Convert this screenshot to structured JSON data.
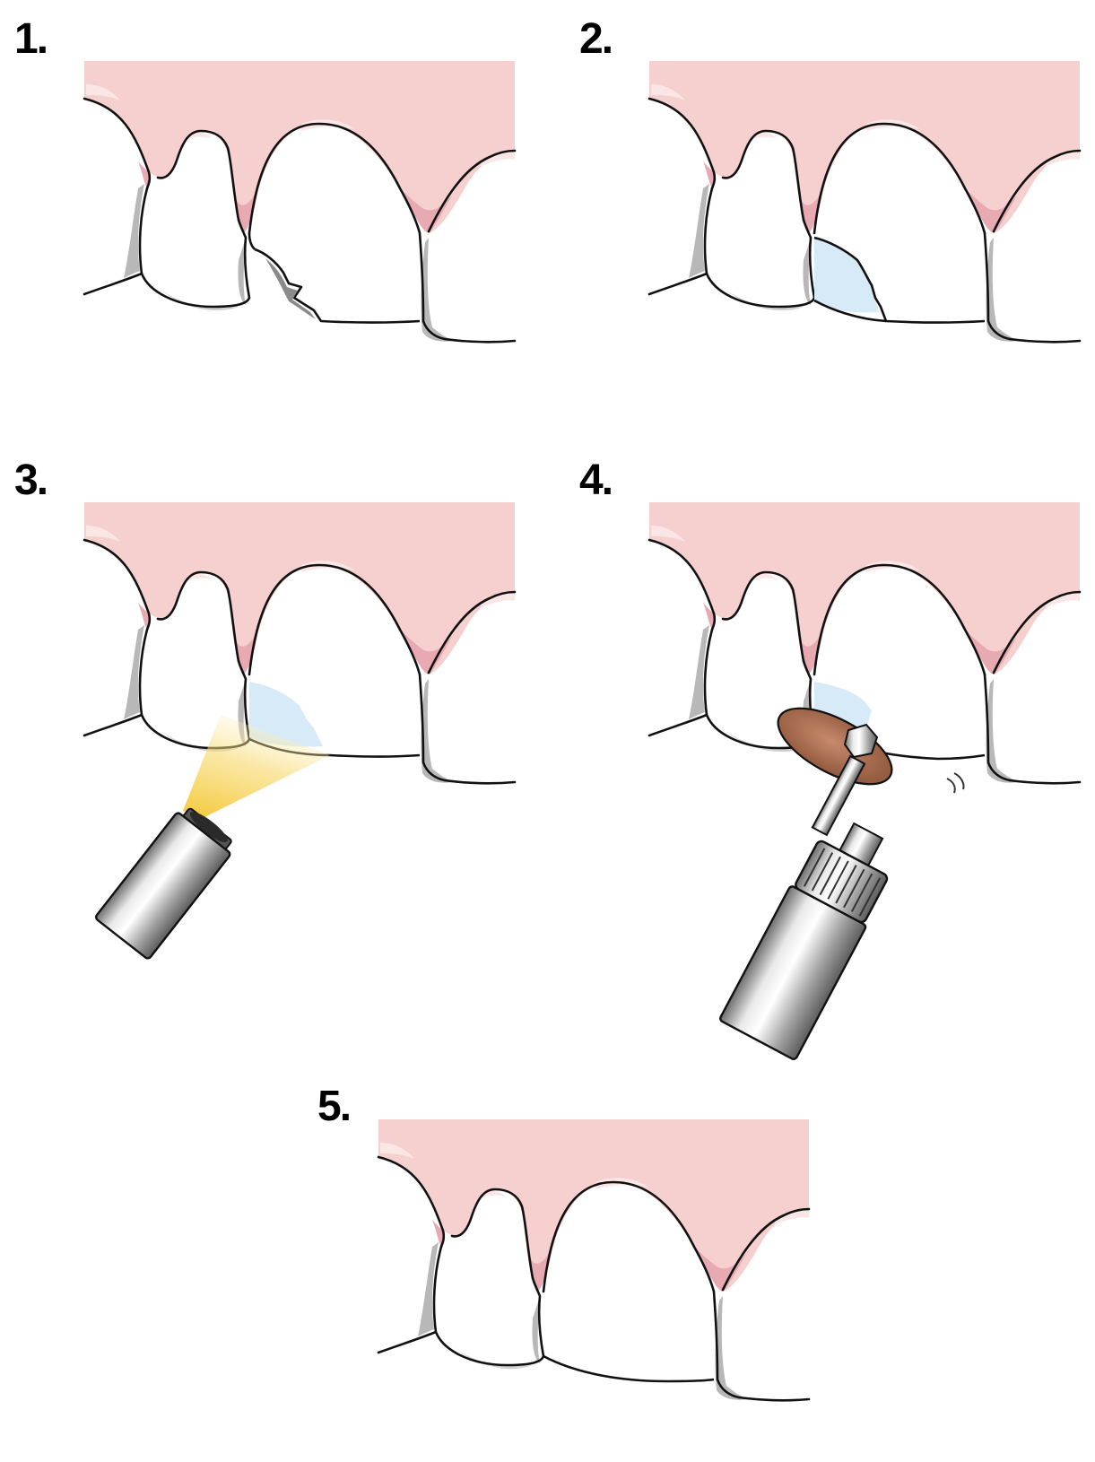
{
  "steps": [
    {
      "label": "1."
    },
    {
      "label": "2."
    },
    {
      "label": "3."
    },
    {
      "label": "4."
    },
    {
      "label": "5."
    }
  ],
  "colors": {
    "gum": "#f6cfcf",
    "gum_shadow": "#e8aab2",
    "gum_highlight": "#fbe6e6",
    "tooth": "#ffffff",
    "tooth_shadow": "#b8b8b8",
    "outline": "#111111",
    "chip_shadow": "#8a8a8a",
    "composite": "#d6ebf7",
    "curing_light": "#f0c020",
    "polishing_disc": "#a66a4c"
  },
  "icons": [
    "curing-light-icon",
    "polishing-disc-icon",
    "handpiece-icon"
  ]
}
